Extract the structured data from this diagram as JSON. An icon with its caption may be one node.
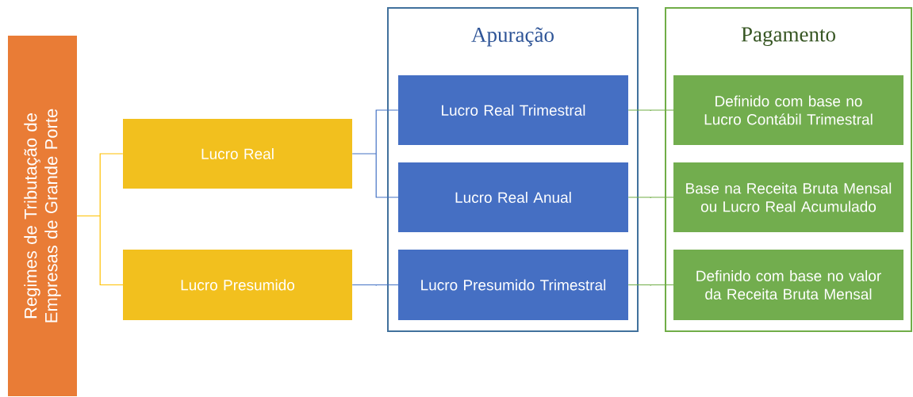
{
  "diagram": {
    "nodes": [
      {
        "text": [
          "Regimes de Tributação de Empresas de Grande Porte"
        ]
      },
      {
        "text": [
          "Lucro Real"
        ]
      },
      {
        "text": [
          "Lucro Presumido"
        ]
      },
      {
        "text": [
          "Apuração"
        ]
      },
      {
        "text": [
          "Lucro Real Trimestral"
        ],
        "in": 3
      },
      {
        "text": [
          "Lucro Real Anual"
        ],
        "in": 3
      },
      {
        "text": [
          "Lucro Presumido Trimestral"
        ],
        "in": 3
      },
      {
        "text": [
          "Pagamento"
        ]
      },
      {
        "text": [
          "Definido com base no Lucro Contábil Trimestral"
        ],
        "in": 7
      },
      {
        "text": [
          "Base na Receita Bruta Mensal ou Lucro Real Acumulado"
        ],
        "in": 7
      },
      {
        "text": [
          "Definido com base no valor da Receita Bruta Mensal"
        ],
        "in": 7
      }
    ],
    "edges": [
      {
        "from": 0,
        "to": 1,
        "arrow": "none",
        "color": "#ffc000"
      },
      {
        "from": 0,
        "to": 2,
        "arrow": "none",
        "color": "#ffc000"
      },
      {
        "from": 1,
        "to": 4,
        "arrow": "none",
        "color": "#4472c4"
      },
      {
        "from": 1,
        "to": 5,
        "arrow": "none",
        "color": "#4472c4"
      },
      {
        "from": 2,
        "to": 6,
        "arrow": "none",
        "color": "#4472c4"
      },
      {
        "from": 4,
        "to": 8,
        "arrow": "none",
        "color": "#70ad47"
      },
      {
        "from": 5,
        "to": 9,
        "arrow": "none",
        "color": "#70ad47"
      },
      {
        "from": 6,
        "to": 10,
        "arrow": "none",
        "color": "#70ad47"
      }
    ]
  }
}
